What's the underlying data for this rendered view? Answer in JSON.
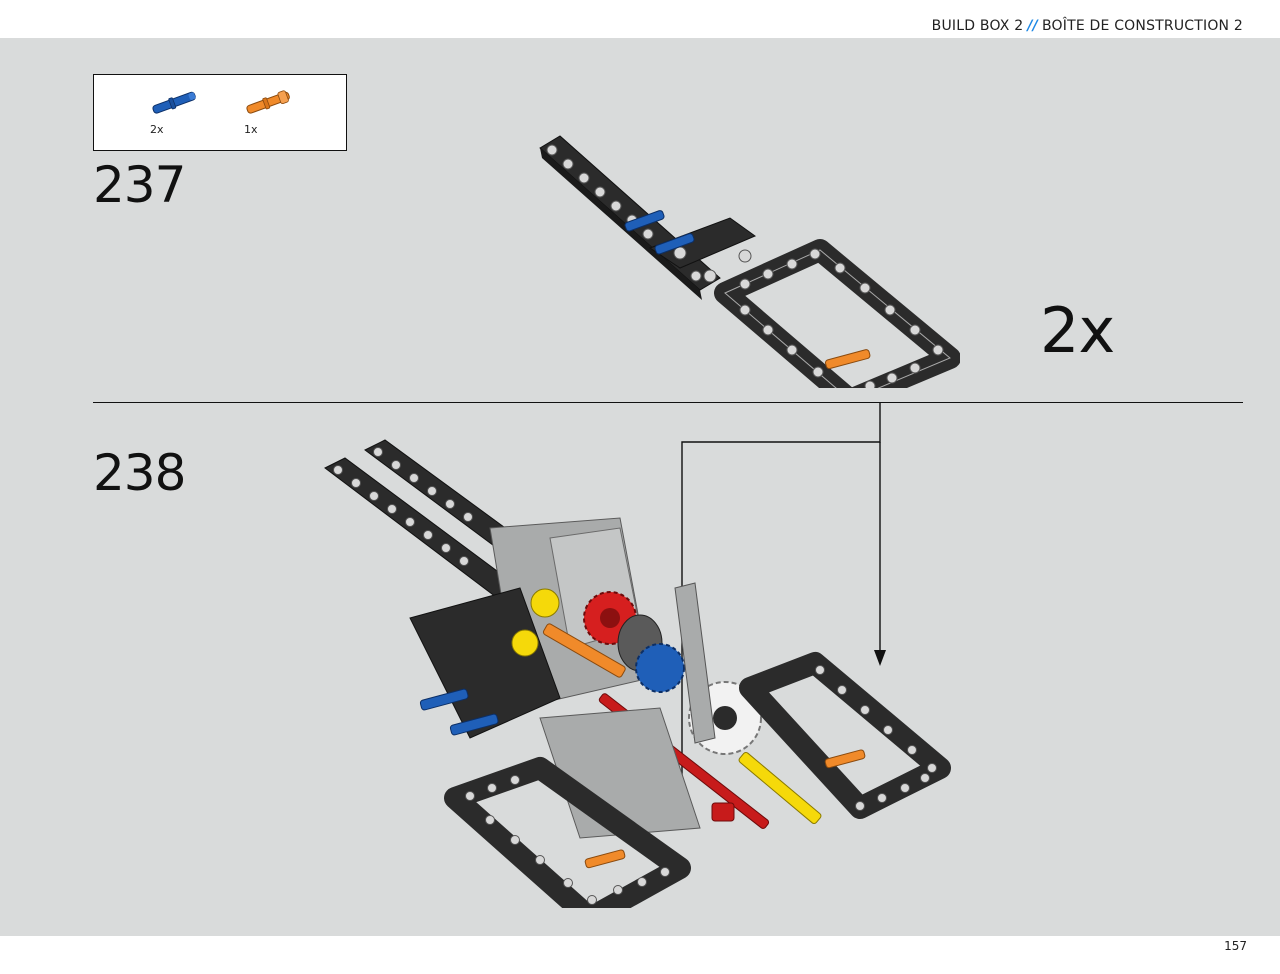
{
  "header": {
    "left": "BUILD BOX 2",
    "separator": "//",
    "right": "BOÎTE DE CONSTRUCTION 2"
  },
  "step_237": {
    "number": "237",
    "parts": [
      {
        "name": "blue-pin-icon",
        "qty": "2x",
        "color": "#1f5fb8"
      },
      {
        "name": "orange-pin-icon",
        "qty": "1x",
        "color": "#f08a2a"
      }
    ],
    "multiplier": "2x"
  },
  "step_238": {
    "number": "238"
  },
  "footer": {
    "page_number": "157"
  },
  "colors": {
    "canvas_bg": "#d9dbdb",
    "beam_black": "#2b2b2b",
    "beam_gray": "#a9abab",
    "accent_blue": "#1e88e5"
  }
}
